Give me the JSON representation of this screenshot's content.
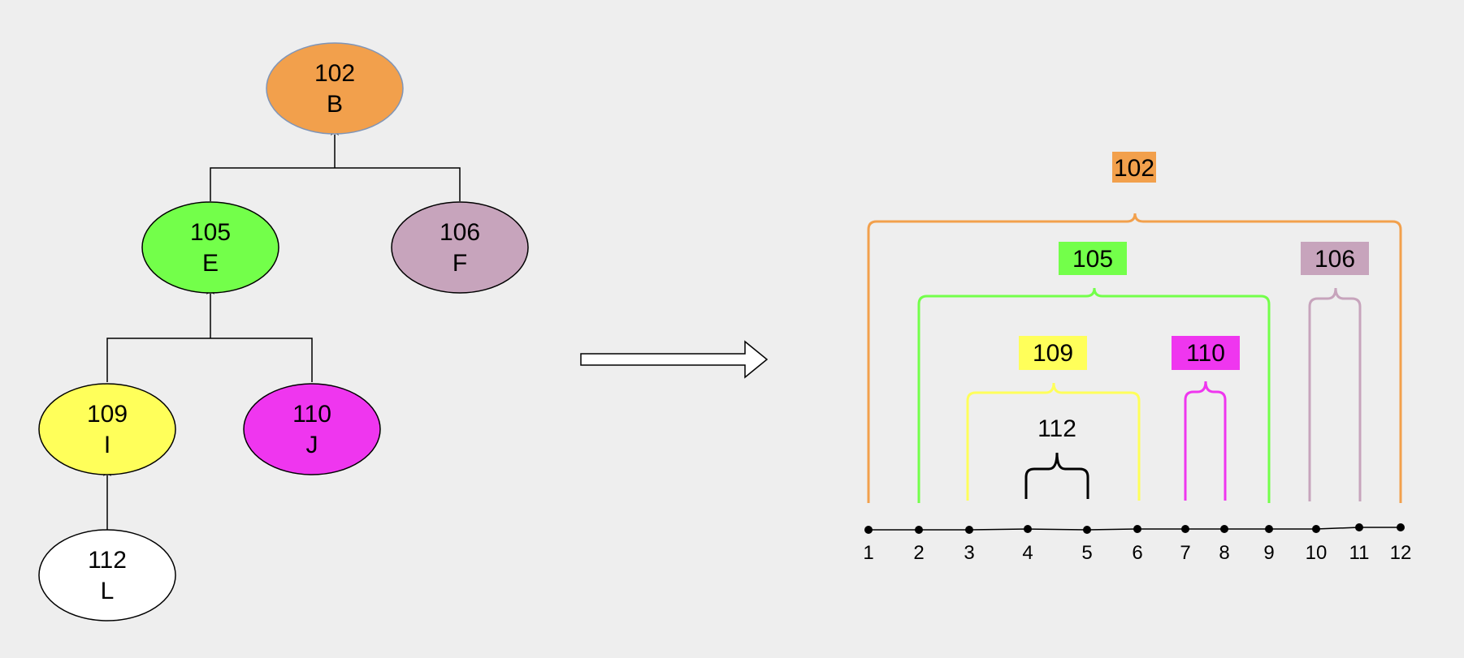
{
  "tree": {
    "nodes": [
      {
        "id": "102",
        "letter": "B",
        "color": "#f2a04c",
        "parent": null
      },
      {
        "id": "105",
        "letter": "E",
        "color": "#73ff4a",
        "parent": "102"
      },
      {
        "id": "106",
        "letter": "F",
        "color": "#c7a4bc",
        "parent": "102"
      },
      {
        "id": "109",
        "letter": "I",
        "color": "#ffff5a",
        "parent": "105"
      },
      {
        "id": "110",
        "letter": "J",
        "color": "#ef36ef",
        "parent": "105"
      },
      {
        "id": "112",
        "letter": "L",
        "color": "#ffffff",
        "parent": "109"
      }
    ]
  },
  "intervals": {
    "points": [
      "1",
      "2",
      "3",
      "4",
      "5",
      "6",
      "7",
      "8",
      "9",
      "10",
      "11",
      "12"
    ],
    "brackets": [
      {
        "label": "102",
        "color": "#f2a04c",
        "from": "1",
        "to": "12",
        "label_bg": "#f2a04c"
      },
      {
        "label": "105",
        "color": "#73ff4a",
        "from": "2",
        "to": "9",
        "label_bg": "#73ff4a"
      },
      {
        "label": "106",
        "color": "#c7a4bc",
        "from": "10",
        "to": "11",
        "label_bg": "#c7a4bc"
      },
      {
        "label": "109",
        "color": "#ffff5a",
        "from": "3",
        "to": "6",
        "label_bg": "#ffff5a"
      },
      {
        "label": "110",
        "color": "#ef36ef",
        "from": "7",
        "to": "8",
        "label_bg": "#ef36ef"
      },
      {
        "label": "112",
        "color": "#000000",
        "from": "4",
        "to": "5",
        "label_bg": ""
      }
    ]
  }
}
